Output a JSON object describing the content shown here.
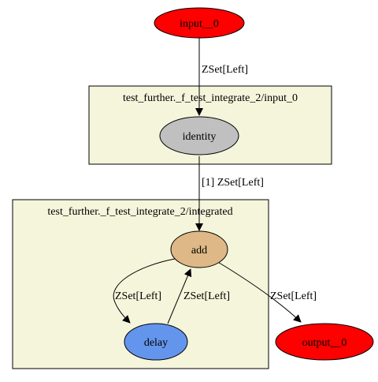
{
  "colors": {
    "background": "#ffffff",
    "cluster_fill": "#f5f5dc",
    "input_fill": "#ff0000",
    "identity_fill": "#c0c0c0",
    "add_fill": "#deb887",
    "delay_fill": "#6495ed",
    "output_fill": "#ff0000",
    "stroke": "#000000"
  },
  "clusters": {
    "input_cluster": {
      "label": "test_further._f_test_integrate_2/input_0"
    },
    "integrated_cluster": {
      "label": "test_further._f_test_integrate_2/integrated"
    }
  },
  "nodes": {
    "input": {
      "label": "input__0"
    },
    "identity": {
      "label": "identity"
    },
    "add": {
      "label": "add"
    },
    "delay": {
      "label": "delay"
    },
    "output": {
      "label": "output__0"
    }
  },
  "edges": {
    "input_to_identity": {
      "label": "ZSet[Left]"
    },
    "identity_to_add": {
      "label": "[1] ZSet[Left]"
    },
    "add_to_delay": {
      "label": "ZSet[Left]"
    },
    "delay_to_add": {
      "label": "ZSet[Left]"
    },
    "add_to_output": {
      "label": "ZSet[Left]"
    }
  }
}
